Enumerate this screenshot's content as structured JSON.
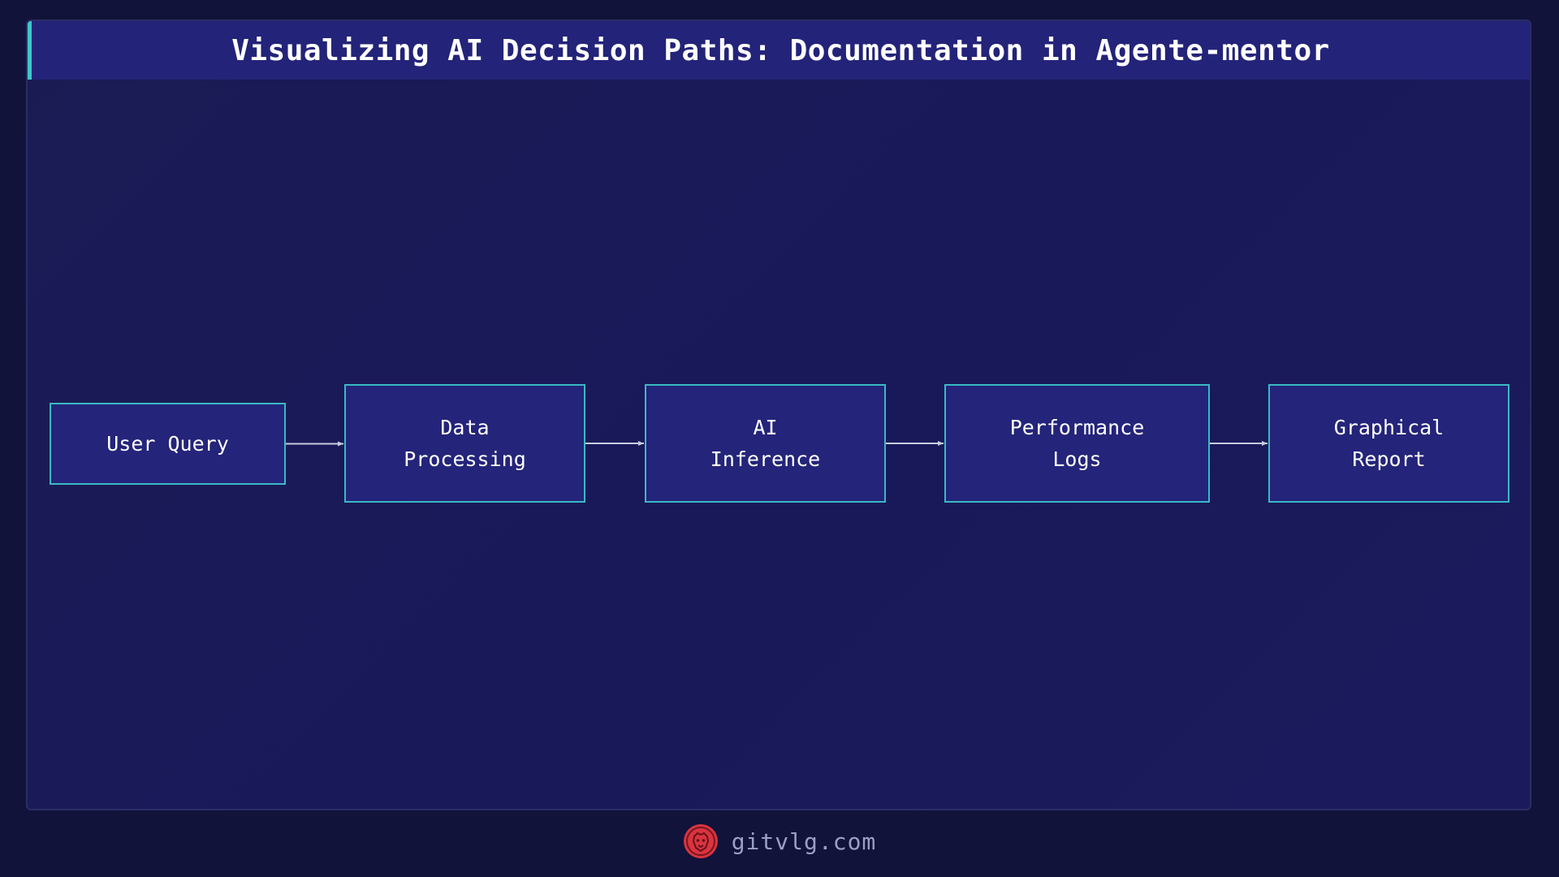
{
  "title": "Visualizing AI Decision Paths: Documentation in Agente-mentor",
  "nodes": [
    {
      "id": "user-query",
      "label": "User Query"
    },
    {
      "id": "data-processing",
      "label": "Data\nProcessing"
    },
    {
      "id": "ai-inference",
      "label": "AI\nInference"
    },
    {
      "id": "performance-logs",
      "label": "Performance\nLogs"
    },
    {
      "id": "graphical-report",
      "label": "Graphical\nReport"
    }
  ],
  "edges": [
    [
      "user-query",
      "data-processing"
    ],
    [
      "data-processing",
      "ai-inference"
    ],
    [
      "ai-inference",
      "performance-logs"
    ],
    [
      "performance-logs",
      "graphical-report"
    ]
  ],
  "footer": {
    "site": "gitvlg.com",
    "logo_icon": "lion-logo-icon"
  },
  "colors": {
    "background": "#11133a",
    "panel": "#1b1b56",
    "header": "#232379",
    "accent": "#3fc7c9",
    "node_fill": "#24247a",
    "node_border": "#3ab9c4",
    "arrow": "#c8cbe0",
    "logo": "#d9343f"
  }
}
